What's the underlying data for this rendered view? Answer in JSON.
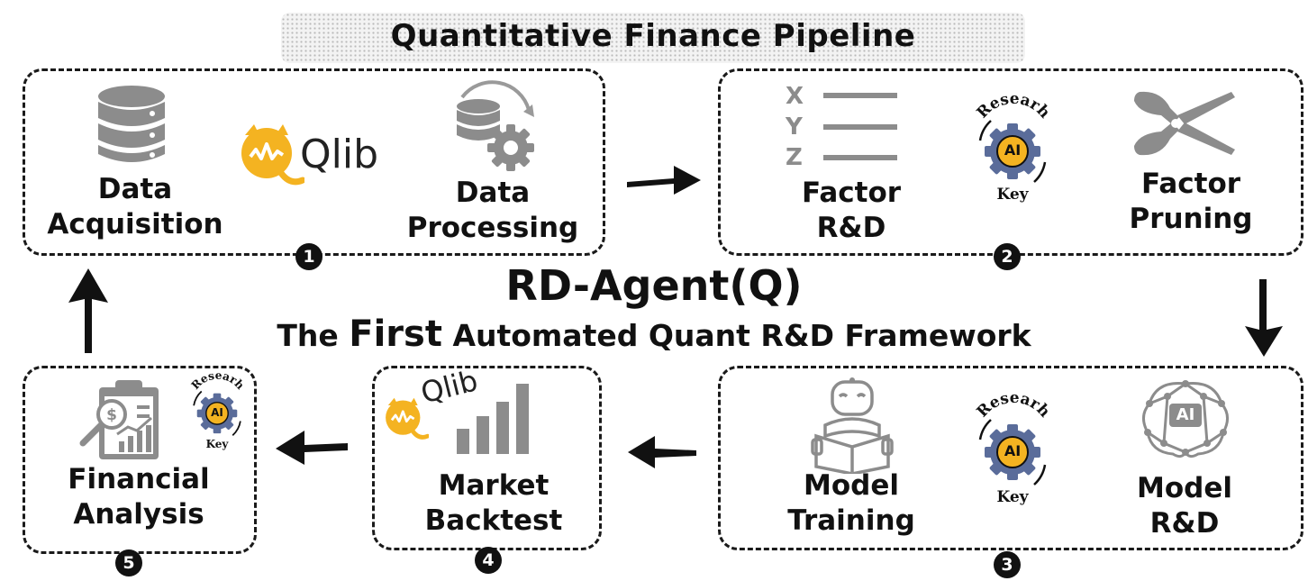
{
  "banner": {
    "title": "Quantitative Finance Pipeline"
  },
  "center": {
    "title": "RD-Agent(Q)",
    "subtitle_pre": "The ",
    "subtitle_emph": "First",
    "subtitle_post": " Automated Quant R&D Framework"
  },
  "stages": [
    {
      "number": "1",
      "items": [
        {
          "label": [
            "Data",
            "Acquisition"
          ],
          "icon": "database-icon"
        },
        {
          "label": [],
          "icon": "qlib-logo",
          "logo_text": "Qlib"
        },
        {
          "label": [
            "Data",
            "Processing"
          ],
          "icon": "data-processing-icon"
        }
      ]
    },
    {
      "number": "2",
      "items": [
        {
          "label": [
            "Factor",
            "R&D"
          ],
          "icon": "xyz-list-icon",
          "icon_letters": [
            "X",
            "Y",
            "Z"
          ]
        },
        {
          "label": [],
          "icon": "ai-gear-icon"
        },
        {
          "label": [
            "Factor",
            "Pruning"
          ],
          "icon": "scissors-icon"
        }
      ]
    },
    {
      "number": "3",
      "items": [
        {
          "label": [
            "Model",
            "Training"
          ],
          "icon": "robot-reading-icon"
        },
        {
          "label": [],
          "icon": "ai-gear-icon"
        },
        {
          "label": [
            "Model",
            "R&D"
          ],
          "icon": "ai-brain-icon"
        }
      ]
    },
    {
      "number": "4",
      "items": [
        {
          "label": [
            "Market",
            "Backtest"
          ],
          "icon": "bar-chart-icon"
        },
        {
          "label": [],
          "icon": "qlib-logo",
          "logo_text": "Qlib"
        }
      ]
    },
    {
      "number": "5",
      "items": [
        {
          "label": [
            "Financial",
            "Analysis"
          ],
          "icon": "financial-report-icon"
        },
        {
          "label": [],
          "icon": "ai-gear-icon"
        }
      ]
    }
  ],
  "ai_badge": {
    "top_text": "Researh",
    "center_text": "AI",
    "bottom_text": "Key"
  },
  "colors": {
    "accent": "#f4b321",
    "icon_gray": "#8c8c8c",
    "ink": "#111111",
    "gear_blue": "#5a6c9a"
  }
}
